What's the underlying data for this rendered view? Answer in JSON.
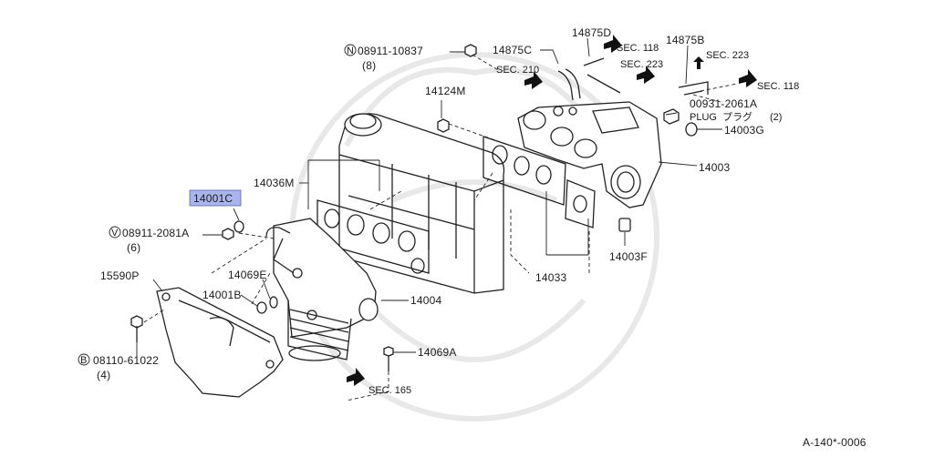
{
  "parts": {
    "p08911_10837": "08911-10837",
    "p08911_10837_qty": "(8)",
    "p14875C": "14875C",
    "p14875D": "14875D",
    "p14875B": "14875B",
    "sec118a": "SEC. 118",
    "sec223a": "SEC. 223",
    "sec210": "SEC. 210",
    "sec223b": "SEC. 223",
    "sec118b": "SEC. 118",
    "p14124M": "14124M",
    "p00931_2061A": "00931-2061A",
    "plug_label": "PLUG",
    "plug_jp": "プラグ",
    "plug_qty": "(2)",
    "p14003G": "14003G",
    "p14003": "14003",
    "p14036M": "14036M",
    "p14001C": "14001C",
    "p08911_2081A": "08911-2081A",
    "p08911_2081A_qty": "(6)",
    "p15590P": "15590P",
    "p14069E": "14069E",
    "p14001B": "14001B",
    "p14004": "14004",
    "p14033": "14033",
    "p14003F": "14003F",
    "p08110_61022": "08110-61022",
    "p08110_61022_qty": "(4)",
    "p14069A": "14069A",
    "sec165": "SEC. 165",
    "diagram_code": "A-140*-0006"
  },
  "symbols": {
    "N": "N",
    "V": "V",
    "B": "B"
  },
  "highlight_color": "#a9b5ec"
}
